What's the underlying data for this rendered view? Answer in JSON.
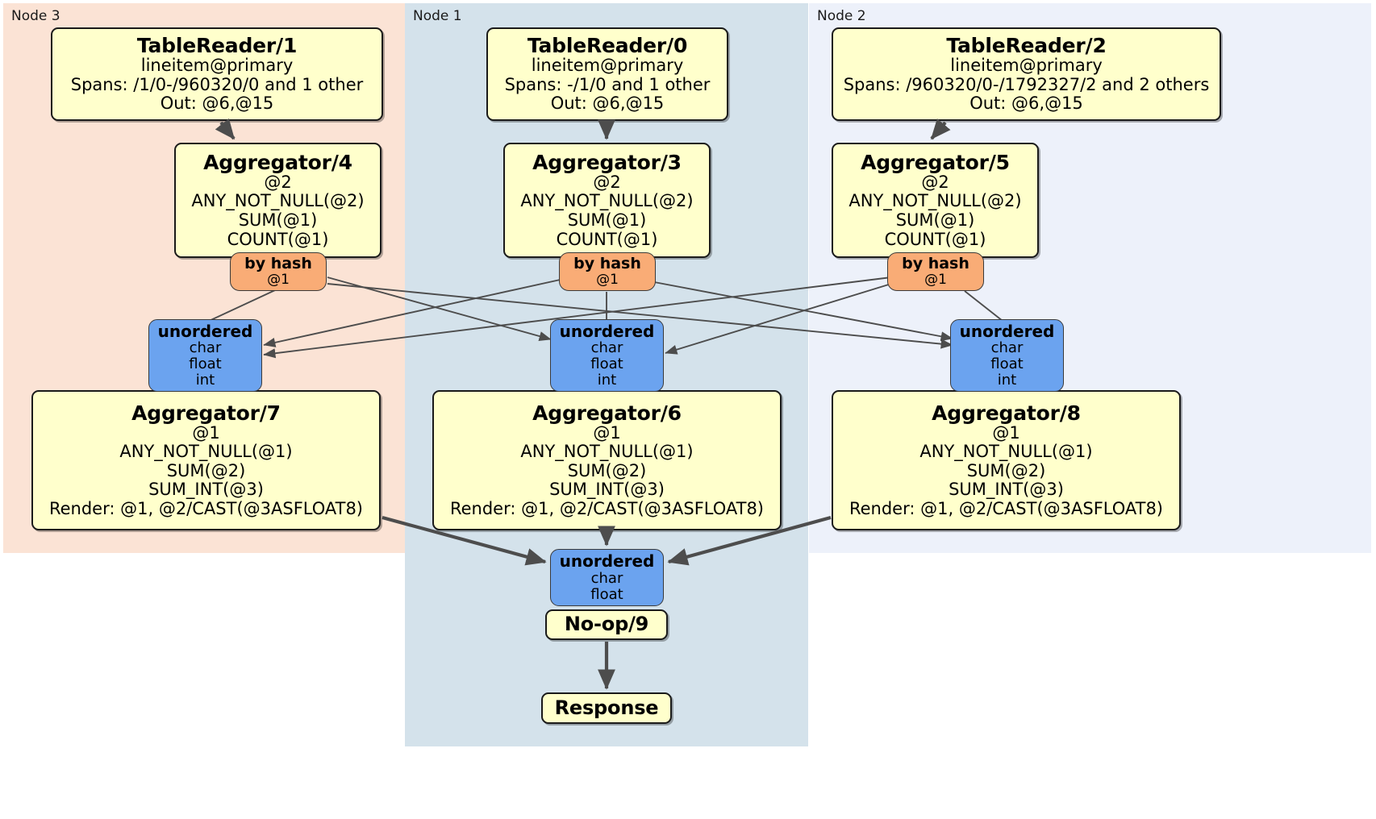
{
  "diagram": {
    "type": "distributed-query-plan",
    "colors": {
      "node3_bg": "#fbe3d5",
      "node1_bg": "#d4e2eb",
      "node2_bg": "#edf1fa",
      "processor_fill": "#ffffcc",
      "router_fill": "#f9ac76",
      "synchronizer_fill": "#6ba3ef",
      "edge_stroke": "#4d4d4d",
      "border": "#1a1a1a"
    }
  },
  "clusters": [
    {
      "id": "node3",
      "label": "Node 3"
    },
    {
      "id": "node1",
      "label": "Node 1"
    },
    {
      "id": "node2",
      "label": "Node 2"
    }
  ],
  "processors": {
    "tablereader1": {
      "title": "TableReader/1",
      "l1": "lineitem@primary",
      "l2": "Spans: /1/0-/960320/0 and 1 other",
      "l3": "Out: @6,@15"
    },
    "tablereader0": {
      "title": "TableReader/0",
      "l1": "lineitem@primary",
      "l2": "Spans: -/1/0 and 1 other",
      "l3": "Out: @6,@15"
    },
    "tablereader2": {
      "title": "TableReader/2",
      "l1": "lineitem@primary",
      "l2": "Spans: /960320/0-/1792327/2 and 2 others",
      "l3": "Out: @6,@15"
    },
    "aggregator4": {
      "title": "Aggregator/4",
      "l1": "@2",
      "l2": "ANY_NOT_NULL(@2)",
      "l3": "SUM(@1)",
      "l4": "COUNT(@1)"
    },
    "aggregator3": {
      "title": "Aggregator/3",
      "l1": "@2",
      "l2": "ANY_NOT_NULL(@2)",
      "l3": "SUM(@1)",
      "l4": "COUNT(@1)"
    },
    "aggregator5": {
      "title": "Aggregator/5",
      "l1": "@2",
      "l2": "ANY_NOT_NULL(@2)",
      "l3": "SUM(@1)",
      "l4": "COUNT(@1)"
    },
    "aggregator7": {
      "title": "Aggregator/7",
      "l1": "@1",
      "l2": "ANY_NOT_NULL(@1)",
      "l3": "SUM(@2)",
      "l4": "SUM_INT(@3)",
      "l5": "Render: @1, @2/CAST(@3ASFLOAT8)"
    },
    "aggregator6": {
      "title": "Aggregator/6",
      "l1": "@1",
      "l2": "ANY_NOT_NULL(@1)",
      "l3": "SUM(@2)",
      "l4": "SUM_INT(@3)",
      "l5": "Render: @1, @2/CAST(@3ASFLOAT8)"
    },
    "aggregator8": {
      "title": "Aggregator/8",
      "l1": "@1",
      "l2": "ANY_NOT_NULL(@1)",
      "l3": "SUM(@2)",
      "l4": "SUM_INT(@3)",
      "l5": "Render: @1, @2/CAST(@3ASFLOAT8)"
    },
    "noop9": {
      "title": "No-op/9"
    },
    "response": {
      "title": "Response"
    }
  },
  "routers": {
    "byhash_n3": {
      "title": "by hash",
      "l1": "@1"
    },
    "byhash_n1": {
      "title": "by hash",
      "l1": "@1"
    },
    "byhash_n2": {
      "title": "by hash",
      "l1": "@1"
    }
  },
  "synchronizers": {
    "unordered_n3": {
      "title": "unordered",
      "l1": "char",
      "l2": "float",
      "l3": "int"
    },
    "unordered_n1": {
      "title": "unordered",
      "l1": "char",
      "l2": "float",
      "l3": "int"
    },
    "unordered_n2": {
      "title": "unordered",
      "l1": "char",
      "l2": "float",
      "l3": "int"
    },
    "unordered_final": {
      "title": "unordered",
      "l1": "char",
      "l2": "float"
    }
  }
}
